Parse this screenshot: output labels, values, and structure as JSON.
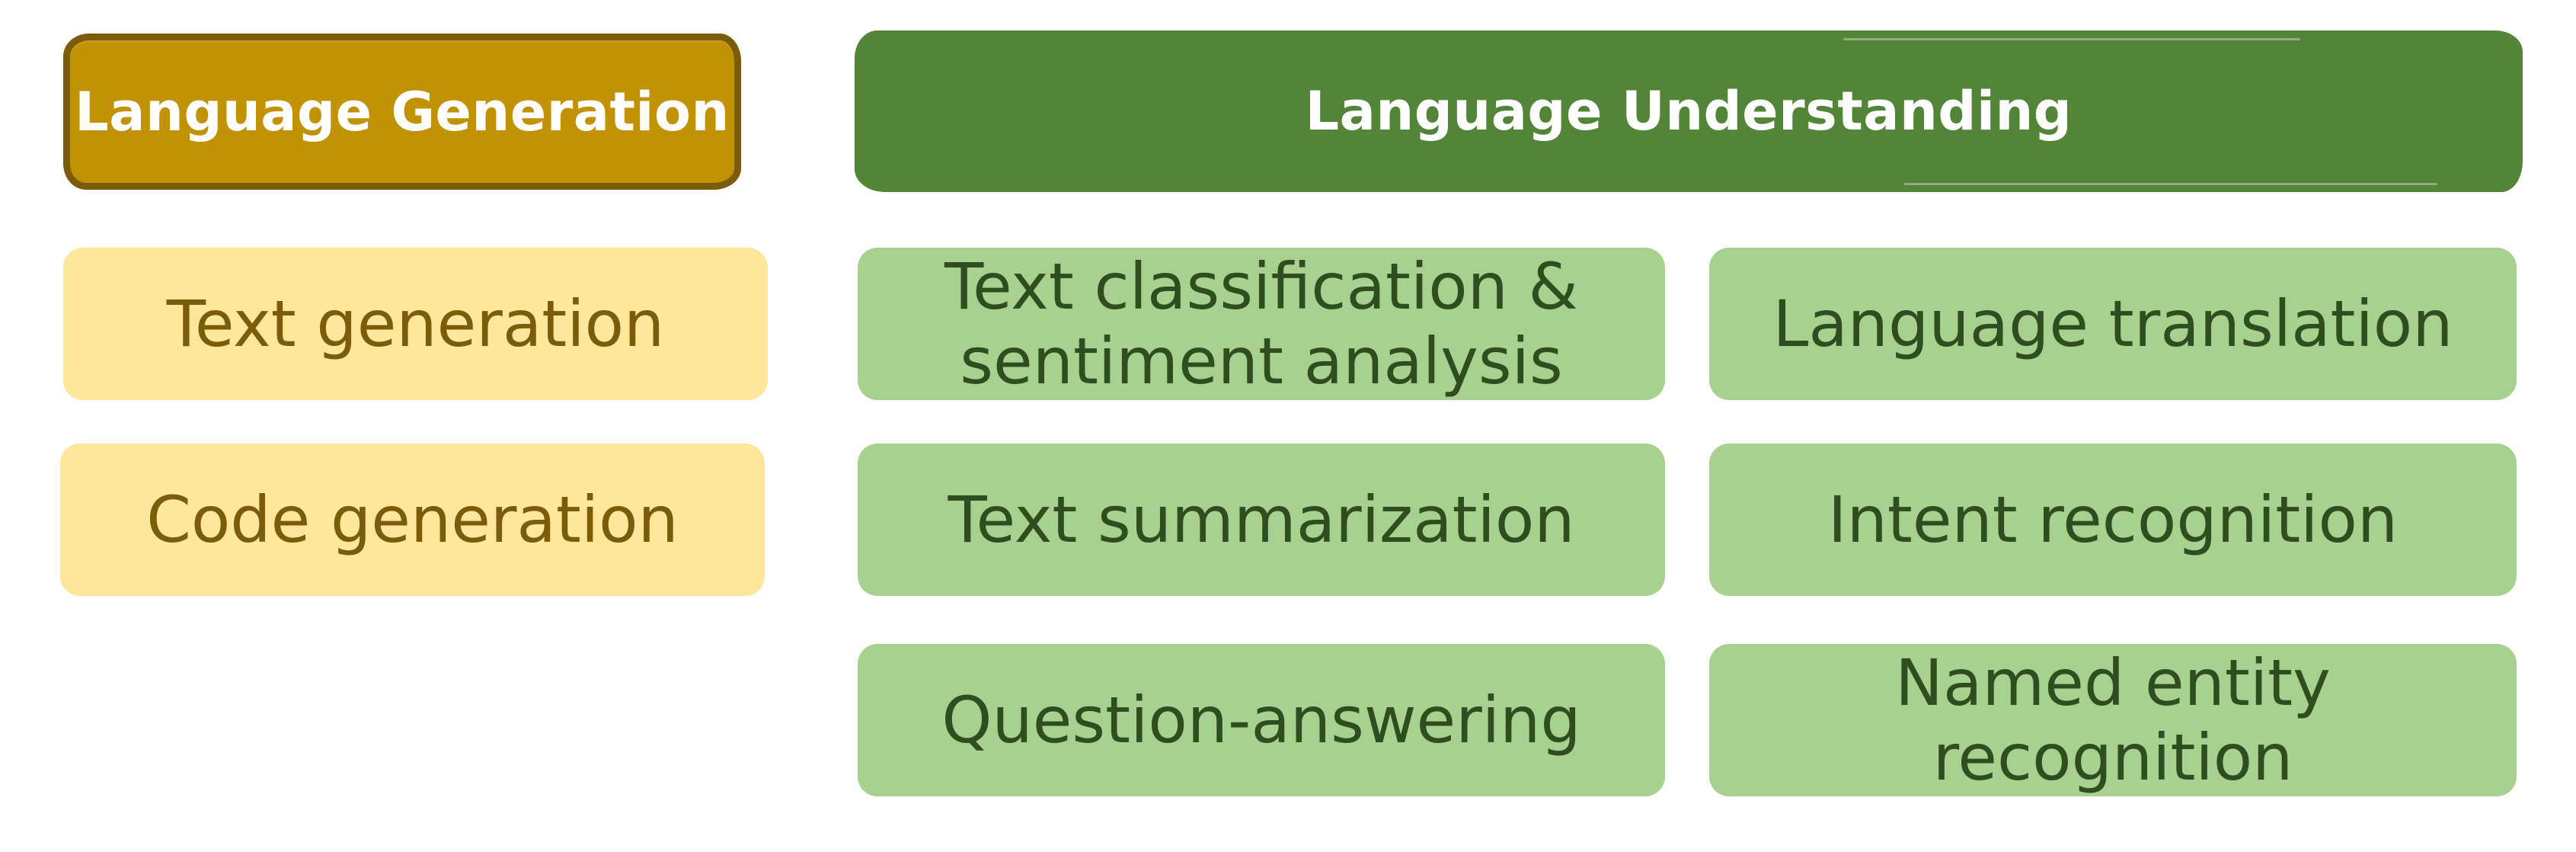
{
  "generation": {
    "title": "Language Generation",
    "items": [
      "Text generation",
      "Code generation"
    ]
  },
  "understanding": {
    "title": "Language Understanding",
    "items": [
      "Text classification & sentiment analysis",
      "Language translation",
      "Text summarization",
      "Intent recognition",
      "Question-answering",
      "Named entity recognition"
    ]
  },
  "colors": {
    "generation_header": "#c19204",
    "generation_border": "#7a5c0b",
    "generation_box": "#fee69a",
    "generation_text": "#7a5c0b",
    "understanding_header": "#538539",
    "understanding_box": "#a8d190",
    "understanding_text": "#2e4e20"
  }
}
